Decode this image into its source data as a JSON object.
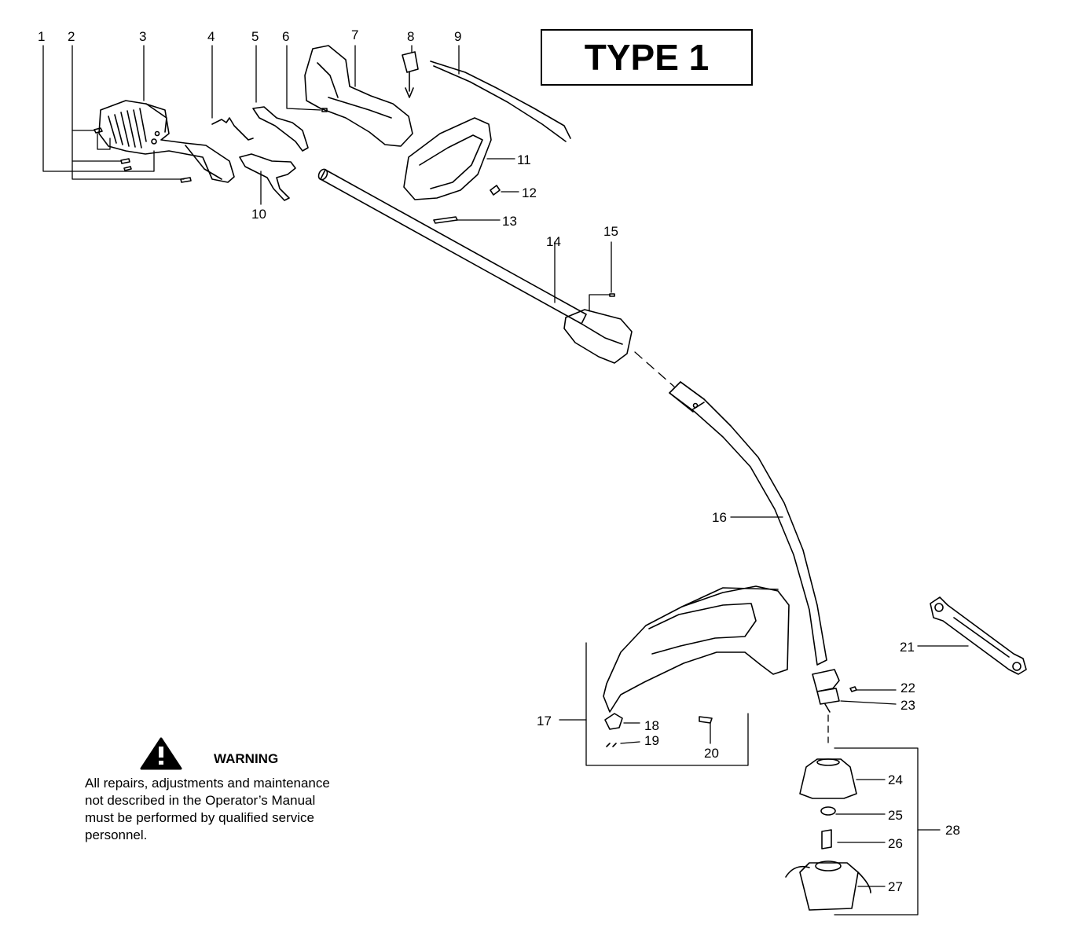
{
  "type_badge": "TYPE 1",
  "warning": {
    "title": "WARNING",
    "lines": [
      "All repairs, adjustments and maintenance",
      "not described in the Operator’s Manual",
      "must be performed by qualified  service",
      "personnel."
    ]
  },
  "callouts": [
    "1",
    "2",
    "3",
    "4",
    "5",
    "6",
    "7",
    "8",
    "9",
    "10",
    "11",
    "12",
    "13",
    "14",
    "15",
    "16",
    "17",
    "18",
    "19",
    "20",
    "21",
    "22",
    "23",
    "24",
    "25",
    "26",
    "27",
    "28"
  ]
}
